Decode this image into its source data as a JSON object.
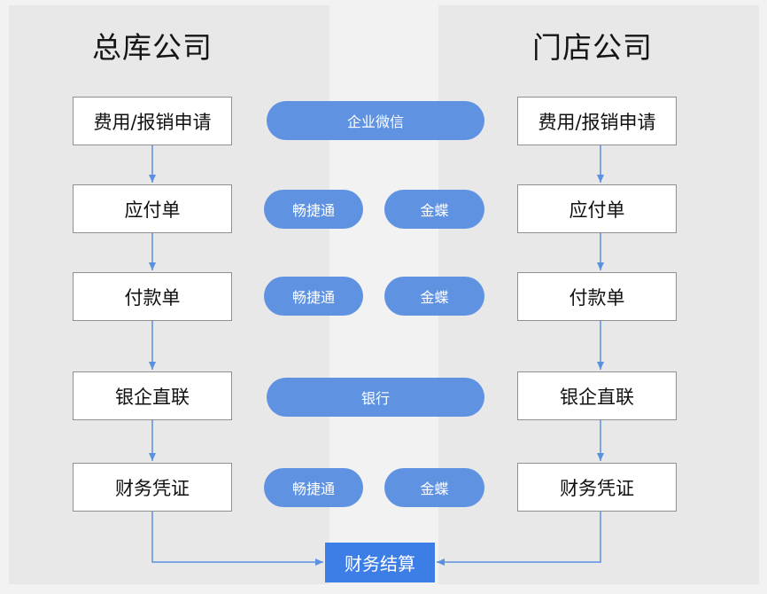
{
  "colors": {
    "background": "#f2f2f2",
    "panel": "#e8e8e8",
    "box_border": "#8f8f8f",
    "pill": "#5f93e2",
    "result": "#3d7ee6",
    "arrow": "#5b8fe0"
  },
  "left": {
    "title": "总库公司",
    "steps": [
      "费用/报销申请",
      "应付单",
      "付款单",
      "银企直联",
      "财务凭证"
    ]
  },
  "right": {
    "title": "门店公司",
    "steps": [
      "费用/报销申请",
      "应付单",
      "付款单",
      "银企直联",
      "财务凭证"
    ]
  },
  "middle": {
    "row1": "企业微信",
    "row2": [
      "畅捷通",
      "金蝶"
    ],
    "row3": [
      "畅捷通",
      "金蝶"
    ],
    "row4": "银行",
    "row5": [
      "畅捷通",
      "金蝶"
    ]
  },
  "result": "财务结算"
}
